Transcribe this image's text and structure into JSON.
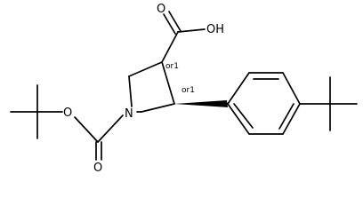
{
  "molecule": {
    "atom_labels": {
      "carboxyl_oxygen": "O",
      "hydroxyl": "OH",
      "ring_nitrogen": "N",
      "boc_carbonyl_oxygen": "O",
      "boc_ester_oxygen": "O"
    },
    "stereo_labels": {
      "c3": "or1",
      "c4": "or1"
    }
  }
}
